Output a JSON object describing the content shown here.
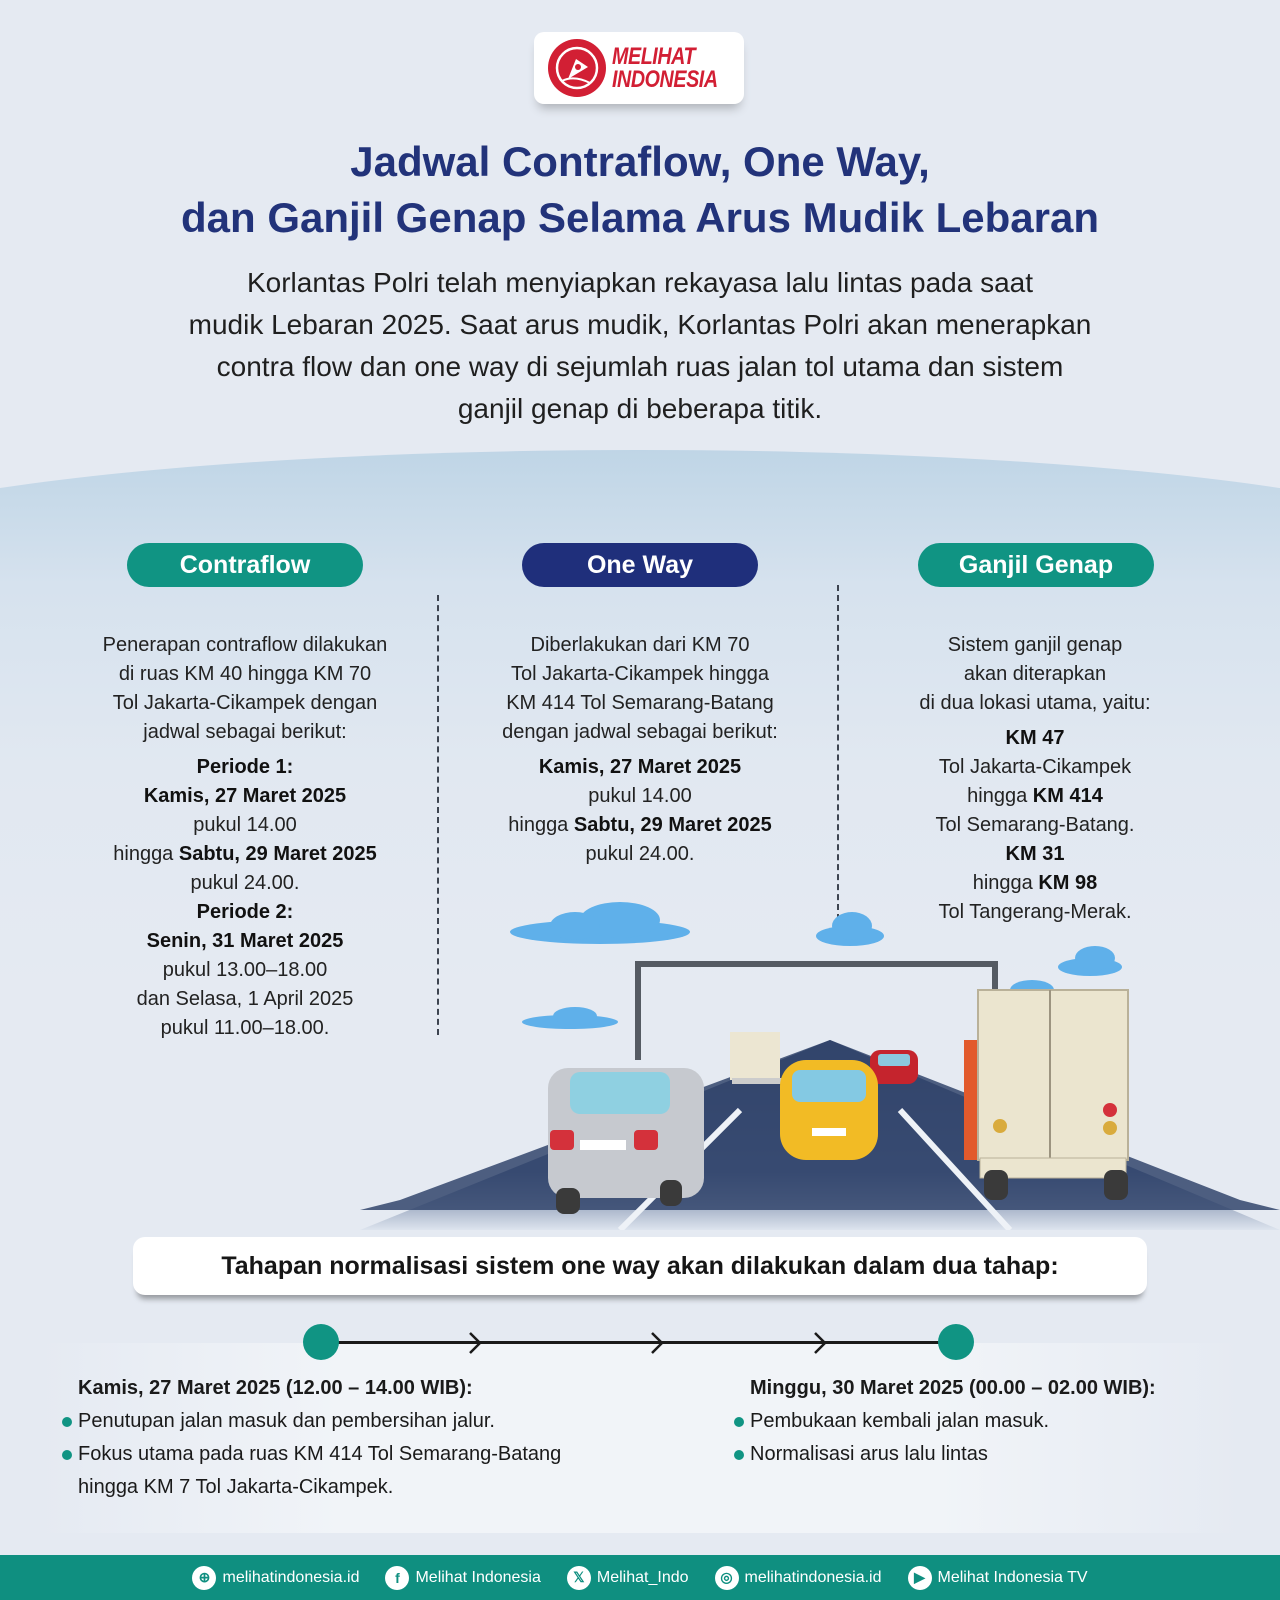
{
  "brand": {
    "logo_line1": "MELIHAT",
    "logo_line2": "INDONESIA",
    "logo_icon": "fountain-pen-nib-icon",
    "colors": {
      "brand_red": "#d21f34",
      "title_navy": "#22337a",
      "teal": "#109483",
      "navy": "#1f2f7b",
      "footer_teal": "#0f8f80"
    }
  },
  "header": {
    "title_line1": "Jadwal Contraflow, One Way,",
    "title_line2": "dan Ganjil Genap Selama Arus Mudik Lebaran",
    "intro_lines": [
      "Korlantas Polri telah menyiapkan rekayasa lalu lintas pada saat",
      "mudik Lebaran 2025. Saat arus mudik, Korlantas Polri akan menerapkan",
      "contra flow dan one way di sejumlah ruas jalan tol utama dan sistem",
      "ganjil genap di beberapa titik."
    ]
  },
  "sections": {
    "contraflow": {
      "label": "Contraflow",
      "desc": [
        "Penerapan contraflow dilakukan",
        "di ruas KM 40 hingga KM 70",
        "Tol Jakarta-Cikampek dengan",
        "jadwal sebagai berikut:"
      ],
      "period1_label": "Periode 1:",
      "period1_date": "Kamis, 27 Maret 2025",
      "period1_time": "pukul 14.00",
      "period1_until_prefix": "hingga ",
      "period1_until_date": "Sabtu, 29 Maret 2025",
      "period1_until_time": "pukul 24.00.",
      "period2_label": "Periode 2:",
      "period2_date": "Senin, 31 Maret 2025",
      "period2_time": "pukul 13.00–18.00",
      "period2_and": "dan Selasa, 1 April 2025",
      "period2_and_time": "pukul 11.00–18.00."
    },
    "oneway": {
      "label": "One Way",
      "desc": [
        "Diberlakukan dari KM 70",
        "Tol Jakarta-Cikampek hingga",
        "KM 414 Tol Semarang-Batang",
        "dengan jadwal sebagai berikut:"
      ],
      "start_date": "Kamis, 27 Maret 2025",
      "start_time": "pukul 14.00",
      "until_prefix": "hingga ",
      "until_date": "Sabtu, 29 Maret 2025",
      "until_time": "pukul 24.00."
    },
    "ganjilgenap": {
      "label": "Ganjil Genap",
      "desc": [
        "Sistem ganjil genap",
        "akan diterapkan",
        "di dua lokasi utama, yaitu:"
      ],
      "loc1_start": "KM 47",
      "loc1_road": "Tol Jakarta-Cikampek",
      "loc1_until_prefix": "hingga ",
      "loc1_until": "KM 414",
      "loc1_until_road": "Tol Semarang-Batang.",
      "loc2_start": "KM 31",
      "loc2_until_prefix": "hingga ",
      "loc2_until": "KM 98",
      "loc2_until_road": "Tol Tangerang-Merak."
    }
  },
  "normalization": {
    "banner": "Tahapan normalisasi sistem one way akan dilakukan dalam dua tahap:",
    "stages": [
      {
        "heading": "Kamis, 27 Maret 2025 (12.00 – 14.00 WIB):",
        "items": [
          "Penutupan jalan masuk dan pembersihan jalur.",
          "Fokus utama pada ruas KM 414 Tol Semarang-Batang",
          "hingga KM 7 Tol Jakarta-Cikampek."
        ]
      },
      {
        "heading": "Minggu, 30 Maret 2025 (00.00 – 02.00 WIB):",
        "items": [
          "Pembukaan kembali jalan masuk.",
          "Normalisasi arus lalu lintas"
        ]
      }
    ]
  },
  "footer": {
    "items": [
      {
        "icon": "globe-icon",
        "glyph": "⊕",
        "label": "melihatindonesia.id"
      },
      {
        "icon": "facebook-icon",
        "glyph": "f",
        "label": "Melihat Indonesia"
      },
      {
        "icon": "x-icon",
        "glyph": "𝕏",
        "label": "Melihat_Indo"
      },
      {
        "icon": "instagram-icon",
        "glyph": "◎",
        "label": "melihatindonesia.id"
      },
      {
        "icon": "youtube-icon",
        "glyph": "▶",
        "label": "Melihat Indonesia TV"
      }
    ]
  }
}
